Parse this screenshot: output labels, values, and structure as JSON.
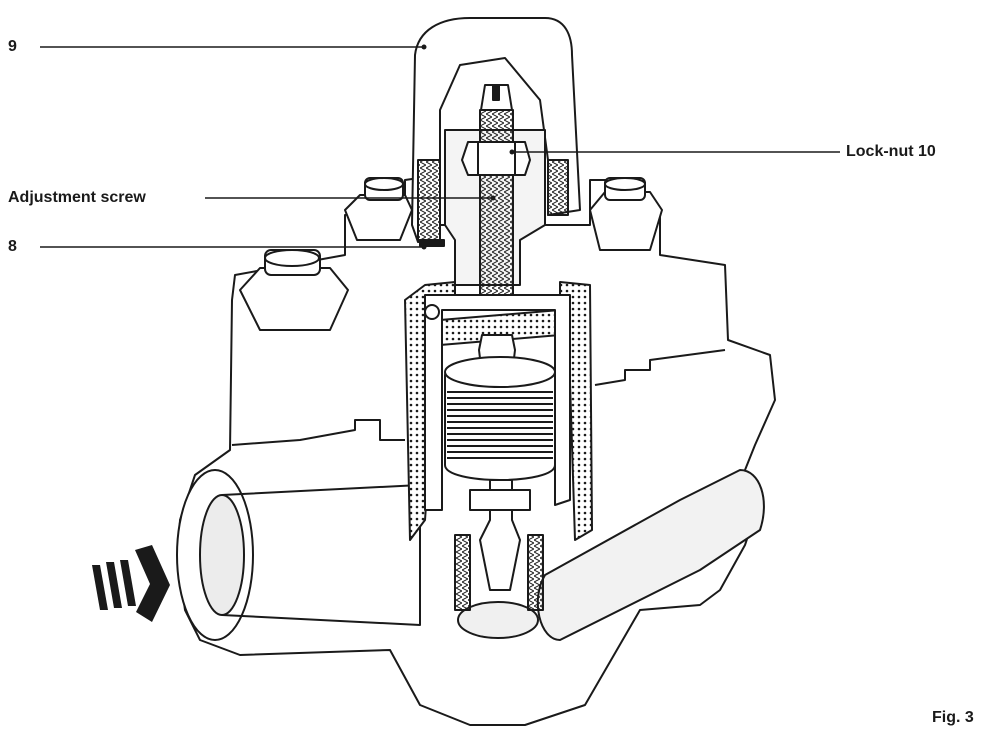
{
  "labels": {
    "part_9": "9",
    "adjustment_screw": "Adjustment screw",
    "part_8": "8",
    "lock_nut": "Lock-nut 10",
    "figure": "Fig. 3"
  },
  "icons": {
    "flow_arrow": "flow-direction-arrow"
  },
  "colors": {
    "ink": "#1a1a1a",
    "section_fill": "#ffffff",
    "shade": "#e6e6e6"
  }
}
